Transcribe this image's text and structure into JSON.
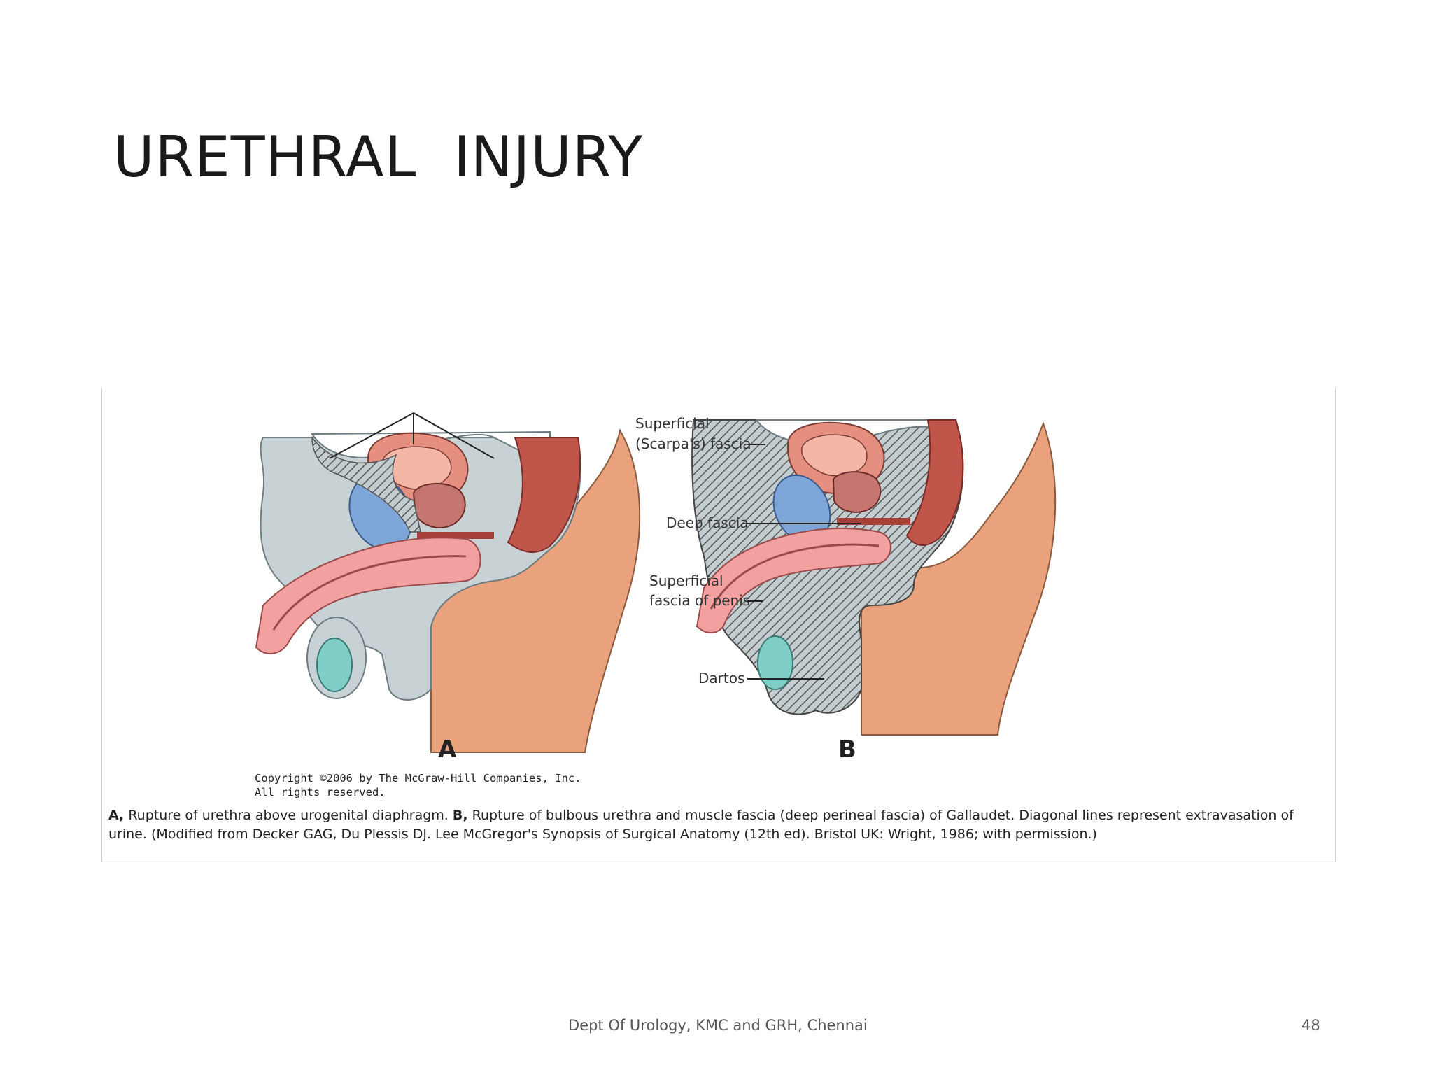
{
  "slide": {
    "title": "URETHRAL  INJURY",
    "footer": "Dept Of Urology, KMC and GRH, Chennai",
    "page_number": "48"
  },
  "figure": {
    "labels": {
      "superficial_scarpa_line1": "Superficial",
      "superficial_scarpa_line2": "(Scarpa's) fascia",
      "deep_fascia": "Deep fascia",
      "superficial_penis_line1": "Superficial",
      "superficial_penis_line2": "fascia of penis",
      "dartos": "Dartos"
    },
    "panel_a_letter": "A",
    "panel_b_letter": "B",
    "copyright_line1": "Copyright ©2006 by The McGraw-Hill Companies, Inc.",
    "copyright_line2": "All rights reserved.",
    "caption": {
      "a_marker": "A,",
      "a_text": " Rupture of urethra above urogenital diaphragm. ",
      "b_marker": "B,",
      "b_text": " Rupture of bulbous urethra and muscle fascia (deep perineal fascia) of Gallaudet. Diagonal lines represent extravasation of urine. (Modified from Decker GAG, Du Plessis DJ. Lee McGregor's Synopsis of Surgical Anatomy (12th ed). Bristol UK: Wright, 1986; with permission.)"
    },
    "colors": {
      "skin": "#e9a27c",
      "fascia_gray": "#c8d2d4",
      "bladder": "#e58f80",
      "pubic_bone": "#7ea6d8",
      "rectum": "#c0564a",
      "penis_pink": "#f2a0a0",
      "testis": "#7fcfc8",
      "hatch": "#555555"
    }
  }
}
